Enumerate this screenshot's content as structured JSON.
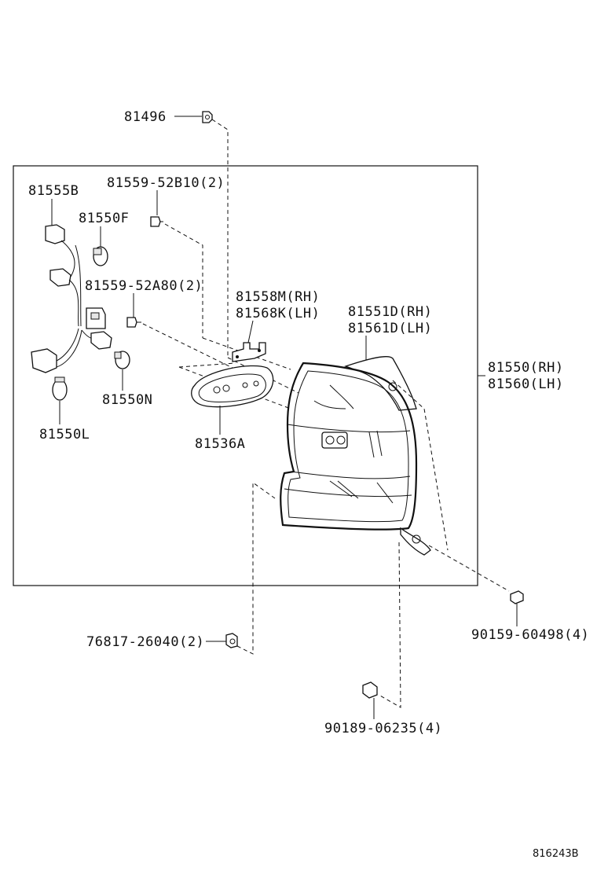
{
  "parts": {
    "p81496": "81496",
    "p81555B": "81555B",
    "p81559_52B10": "81559-52B10(2)",
    "p81550F": "81550F",
    "p81559_52A80": "81559-52A80(2)",
    "p81558M": "81558M(RH)",
    "p81568K": "81568K(LH)",
    "p81551D": "81551D(RH)",
    "p81561D": "81561D(LH)",
    "p81550RH": "81550(RH)",
    "p81560LH": "81560(LH)",
    "p81550N": "81550N",
    "p81550L": "81550L",
    "p81536A": "81536A",
    "p76817": "76817-26040(2)",
    "p90159": "90159-60498(4)",
    "p90189": "90189-06235(4)"
  },
  "diagram_ref": "816243B"
}
